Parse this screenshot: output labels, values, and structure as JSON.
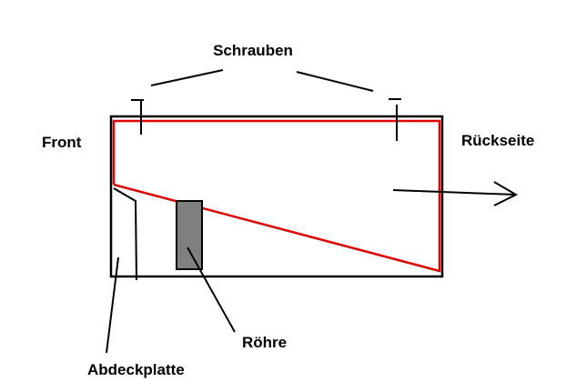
{
  "labels": {
    "screws": "Schrauben",
    "front": "Front",
    "back": "Rückseite",
    "tube": "Röhre",
    "cover_plate": "Abdeckplatte"
  },
  "colors": {
    "background": "#ffffff",
    "outline": "#000000",
    "highlight": "#e00000",
    "tube_fill": "#808080"
  }
}
